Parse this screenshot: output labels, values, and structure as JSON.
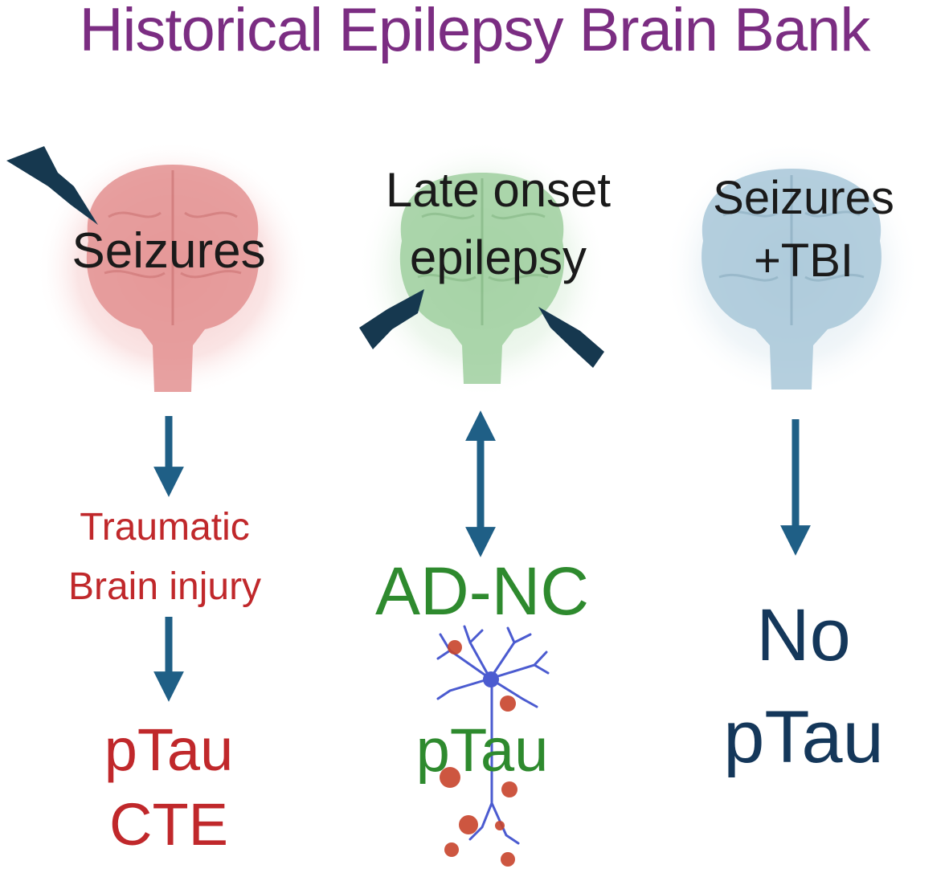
{
  "title": "Historical Epilepsy Brain Bank",
  "colors": {
    "title": "#7b2d82",
    "arrow": "#1f5f86",
    "red_text": "#c0282b",
    "green_text": "#2e8a2e",
    "navy_text": "#14375a",
    "brain_red": "#e39090",
    "brain_green": "#9fcf9f",
    "brain_blue": "#a8c7d8",
    "lightning": "#16384f",
    "neuron": "#4b5bd0",
    "tau_dot": "#c8442c"
  },
  "columns": [
    {
      "brain_label": [
        "Seizures"
      ],
      "middle_label": [
        "Traumatic",
        "Brain injury"
      ],
      "result_label": [
        "pTau",
        "CTE"
      ]
    },
    {
      "brain_label": [
        "Late onset",
        "epilepsy"
      ],
      "middle_label": [
        "AD-NC"
      ],
      "result_label": [
        "pTau"
      ]
    },
    {
      "brain_label": [
        "Seizures",
        "+TBI"
      ],
      "middle_label": [],
      "result_label": [
        "No",
        "pTau"
      ]
    }
  ]
}
